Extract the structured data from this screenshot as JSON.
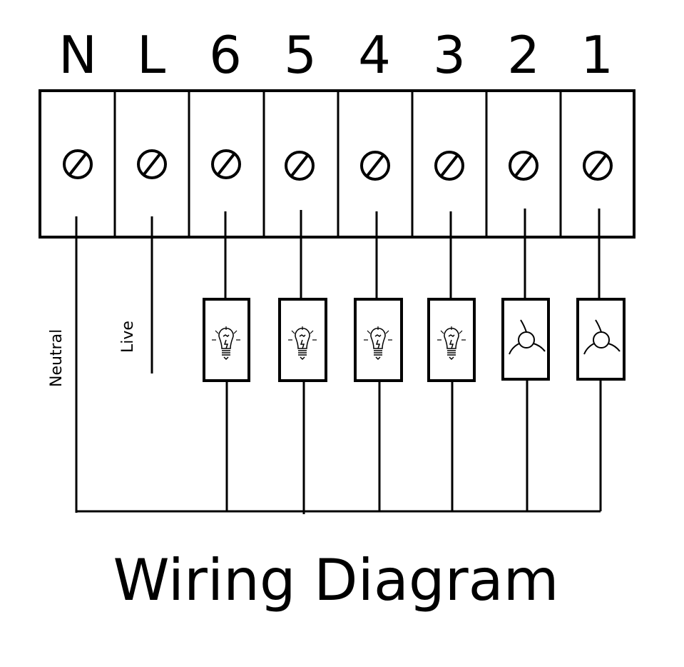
{
  "terminals": [
    {
      "label": "N",
      "load": "none"
    },
    {
      "label": "L",
      "load": "none"
    },
    {
      "label": "6",
      "load": "lamp"
    },
    {
      "label": "5",
      "load": "lamp"
    },
    {
      "label": "4",
      "load": "lamp"
    },
    {
      "label": "3",
      "load": "lamp"
    },
    {
      "label": "2",
      "load": "fan"
    },
    {
      "label": "1",
      "load": "fan"
    }
  ],
  "wire_labels": {
    "neutral": "Neutral",
    "live": "Live"
  },
  "title": "Wiring Diagram",
  "colors": {
    "line": "#000000",
    "background": "#ffffff"
  }
}
